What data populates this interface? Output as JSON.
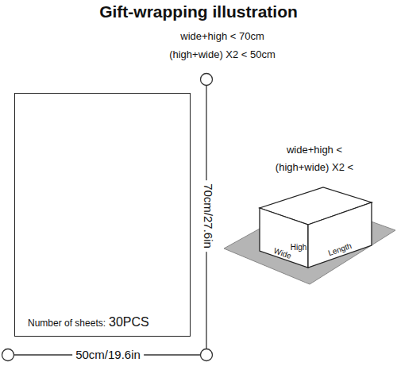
{
  "diagram": {
    "title": "Gift-wrapping illustration",
    "nodes": [
      {
        "text": [
          "Number of sheets:",
          "30PCS"
        ]
      }
    ],
    "labels": [
      "wide+high < 70cm",
      "(high+wide) X2 < 50cm",
      "70cm/27.6in",
      "50cm/19.6in",
      "wide+high <",
      "(high+wide) X2 <",
      "Wide",
      "High",
      "Length"
    ]
  }
}
